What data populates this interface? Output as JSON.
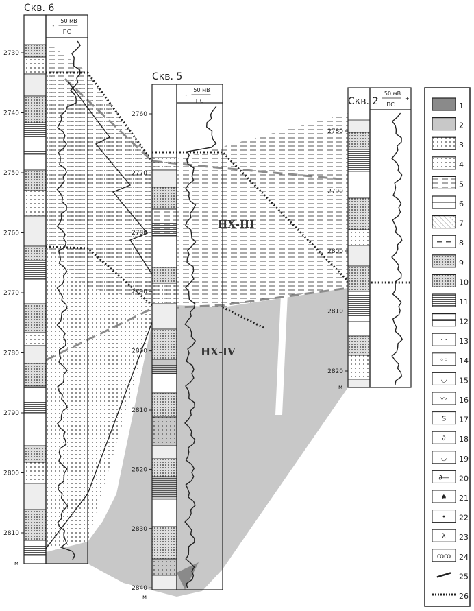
{
  "wells": [
    {
      "id": "6",
      "title": "Скв. 6",
      "scale_label": "50 мВ",
      "log_label": "ПС",
      "minus": "-",
      "plus": "",
      "depths": [
        "2730",
        "2740",
        "2750",
        "2760",
        "2770",
        "2780",
        "2790",
        "2800",
        "2810"
      ],
      "unit": "м"
    },
    {
      "id": "5",
      "title": "Скв. 5",
      "scale_label": "50 мВ",
      "log_label": "ПС",
      "minus": "-",
      "plus": "",
      "depths": [
        "2760",
        "2770",
        "2780",
        "2790",
        "2800",
        "2810",
        "2820",
        "2830",
        "2840"
      ],
      "unit": "м"
    },
    {
      "id": "2",
      "title": "Скв. 2",
      "scale_label": "50 мВ",
      "log_label": "ПС",
      "minus": "-",
      "plus": "+",
      "depths": [
        "2780",
        "2790",
        "2800",
        "2810",
        "2820"
      ],
      "unit": "м"
    }
  ],
  "horizons": {
    "upper": "НХ-III",
    "lower": "НХ-IV"
  },
  "legend": [
    "1",
    "2",
    "3",
    "4",
    "5",
    "6",
    "7",
    "8",
    "9",
    "10",
    "11",
    "12",
    "13",
    "14",
    "15",
    "16",
    "17",
    "18",
    "19",
    "20",
    "21",
    "22",
    "23",
    "24",
    "25",
    "26"
  ],
  "colors": {
    "dark_gray": "#8a8a8a",
    "light_gray": "#c8c8c8",
    "line": "#222222",
    "dashed_gray": "#8c8c8c"
  }
}
